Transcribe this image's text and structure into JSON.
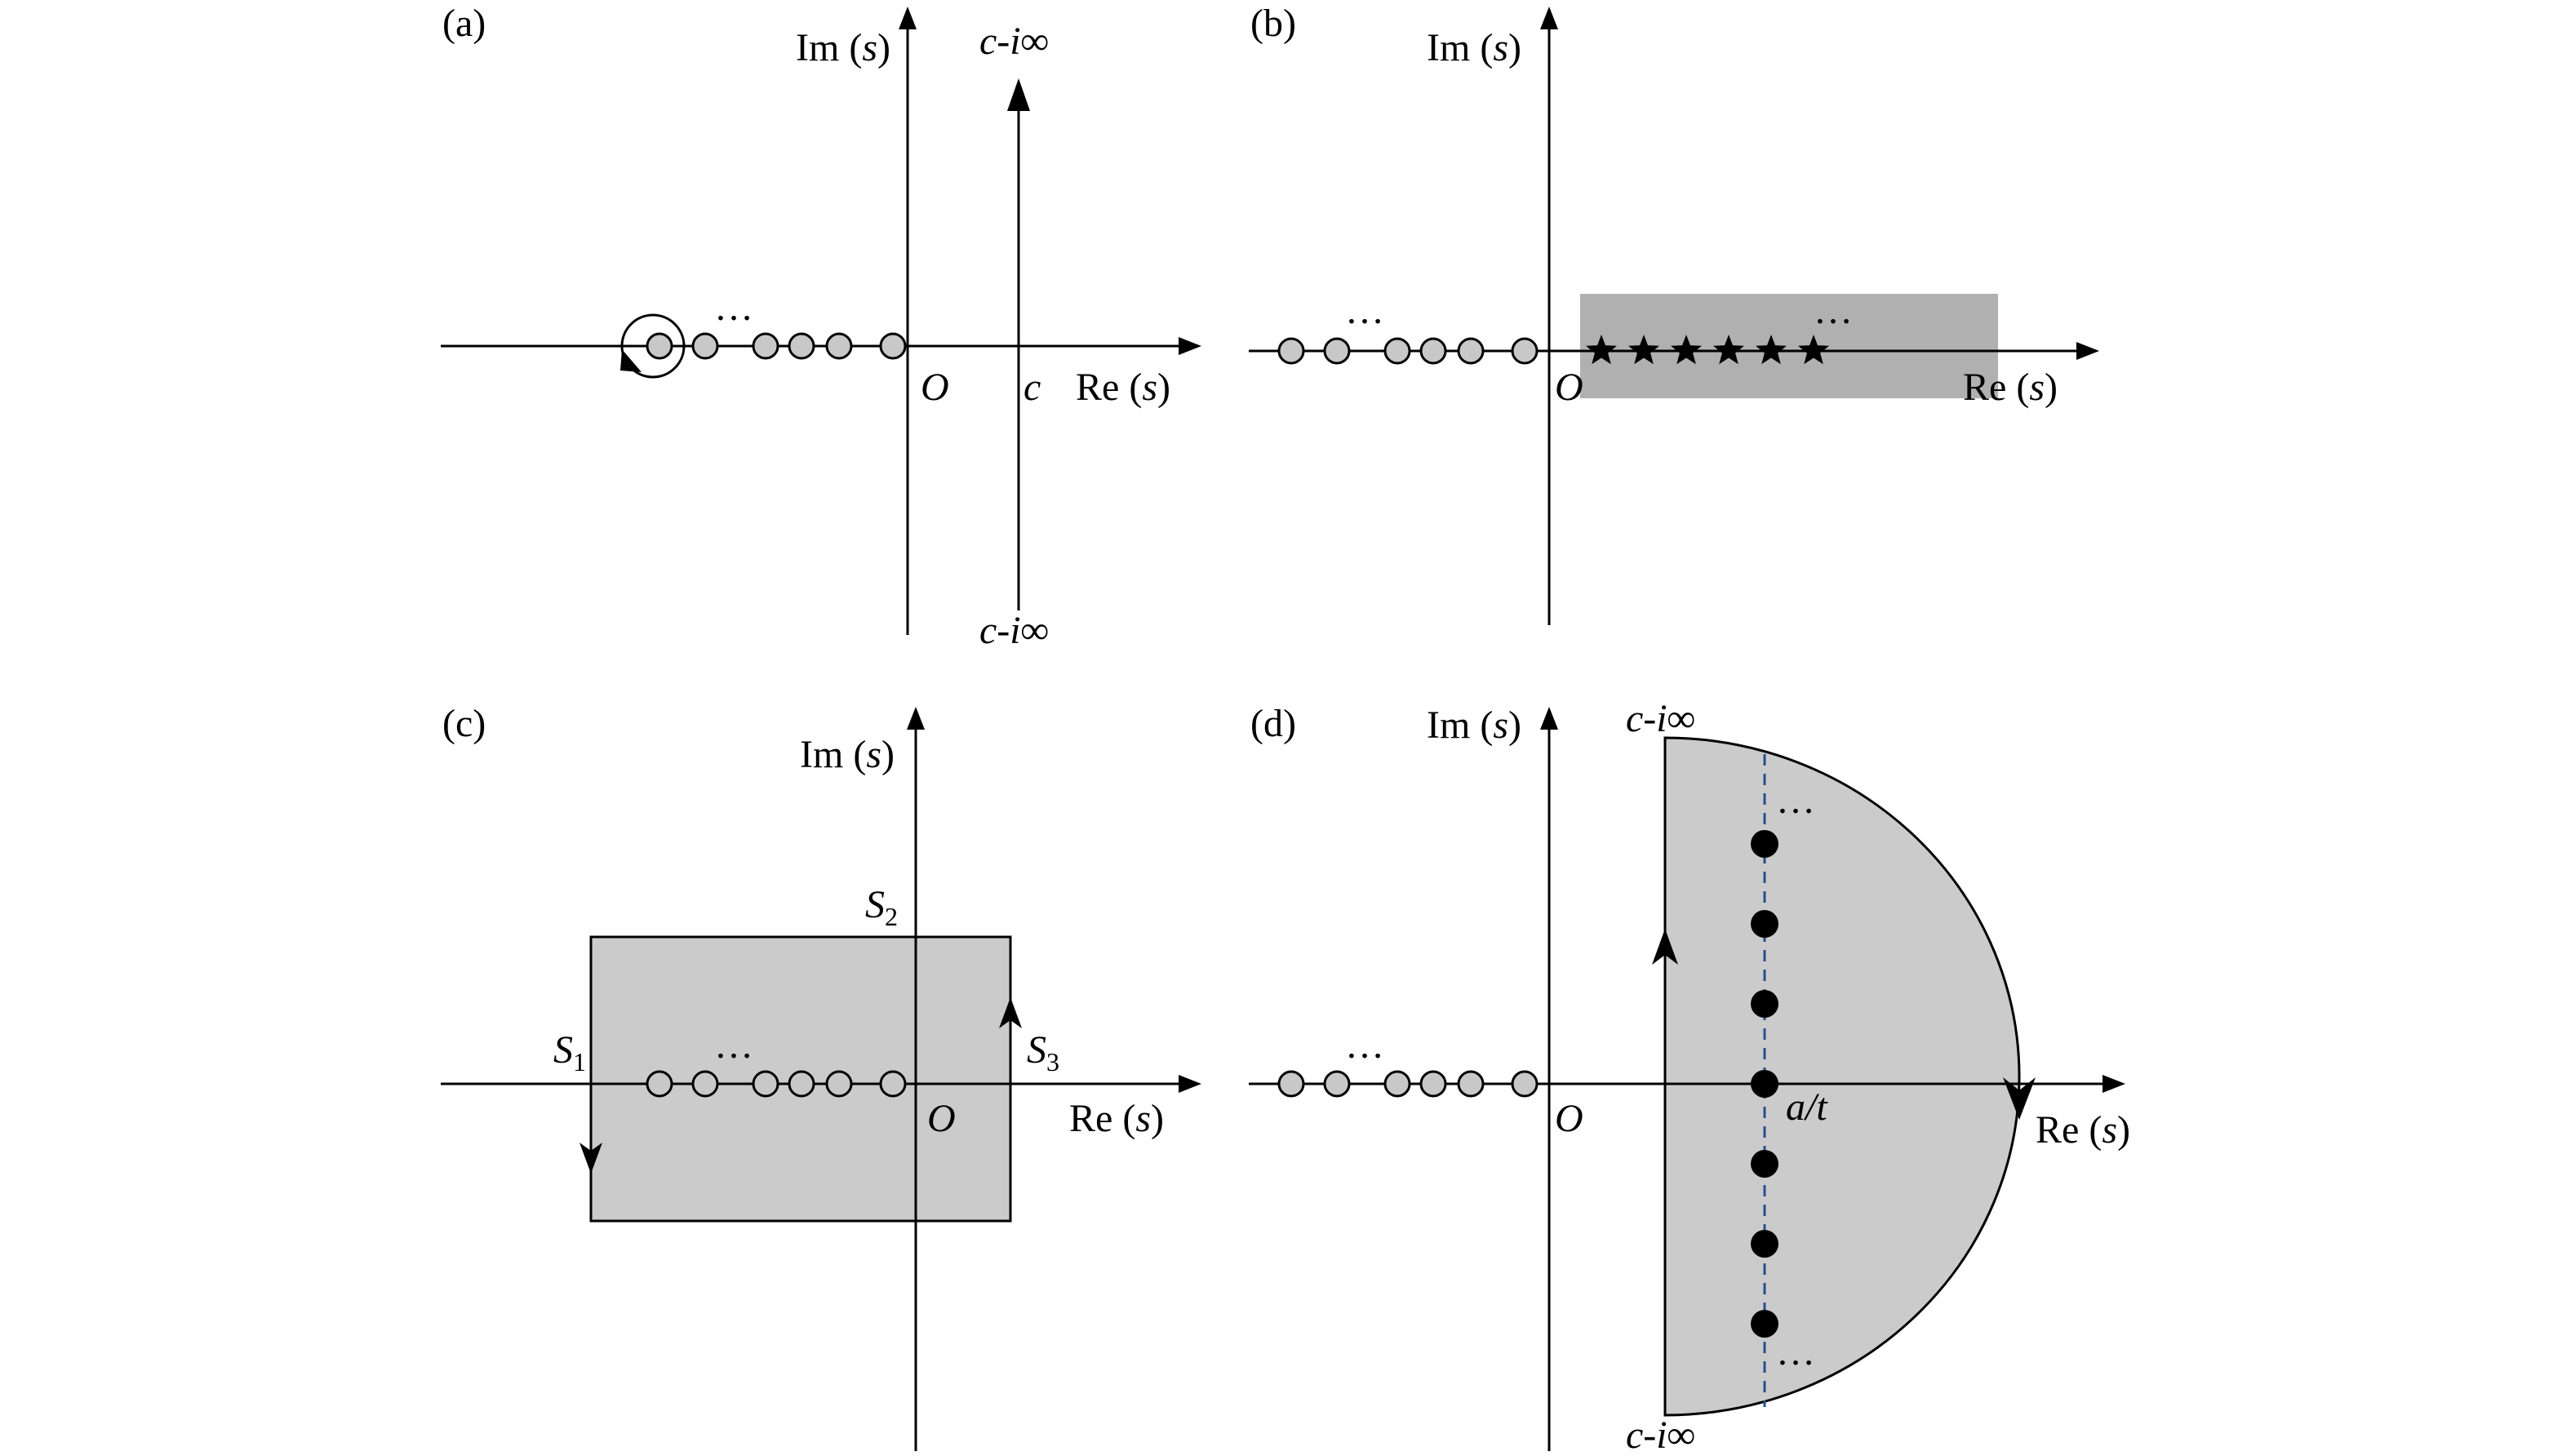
{
  "panels": {
    "a": {
      "tag": "(a)",
      "im_axis": "Im",
      "re_axis": "Re",
      "var_open": " (",
      "var": "s",
      "var_close": ")",
      "origin": "O",
      "contour_top": "c-i∞",
      "contour_bottom": "c-i∞",
      "contour_x": "c",
      "ellipsis": "…"
    },
    "b": {
      "tag": "(b)",
      "im_axis": "Im",
      "re_axis": "Re",
      "var_open": " (",
      "var": "s",
      "var_close": ")",
      "origin": "O",
      "ellipsis_left": "…",
      "ellipsis_right": "…"
    },
    "c": {
      "tag": "(c)",
      "im_axis": "Im",
      "re_axis": "Re",
      "var_open": " (",
      "var": "s",
      "var_close": ")",
      "origin": "O",
      "s1": "S",
      "s1_sub": "1",
      "s2": "S",
      "s2_sub": "2",
      "s3": "S",
      "s3_sub": "3",
      "ellipsis": "…"
    },
    "d": {
      "tag": "(d)",
      "im_axis": "Im",
      "re_axis": "Re",
      "var_open": " (",
      "var": "s",
      "var_close": ")",
      "origin": "O",
      "contour_top": "c-i∞",
      "contour_bottom": "c-i∞",
      "pole_label": "a/t",
      "ellipsis_left": "…",
      "ellipsis_top": "…",
      "ellipsis_bottom": "…"
    }
  },
  "colors": {
    "shade_dark": "#b0b0b0",
    "shade_light": "#cbcbcb",
    "pole_fill": "#c8c8c8",
    "dashed_line": "#2a4d8f"
  }
}
